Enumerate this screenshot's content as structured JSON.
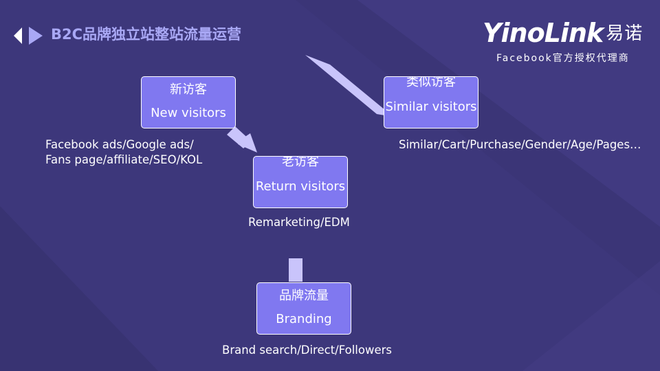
{
  "header": {
    "title": "B2C品牌独立站整站流量运营"
  },
  "logo": {
    "brand": "YinoLink",
    "brand_cn": "易诺",
    "subtitle": "Facebook官方授权代理商"
  },
  "nodes": {
    "new_visitors": {
      "cn": "新访客",
      "en": "New visitors"
    },
    "return_visitors": {
      "cn": "老访客",
      "en": "Return visitors"
    },
    "similar_visitors": {
      "cn": "类似访客",
      "en": "Similar visitors"
    },
    "branding": {
      "cn": "品牌流量",
      "en": "Branding"
    }
  },
  "captions": {
    "new_visitors_line1": "Facebook ads/Google ads/",
    "new_visitors_line2": "Fans page/affiliate/SEO/KOL",
    "return_visitors": "Remarketing/EDM",
    "similar_visitors": "Similar/Cart/Purchase/Gender/Age/Pages…",
    "branding": "Brand search/Direct/Followers"
  },
  "colors": {
    "background": "#3b3577",
    "node_fill": "#8078f0",
    "arrow_fill": "#c9c4fb",
    "title": "#a9a8f5"
  }
}
